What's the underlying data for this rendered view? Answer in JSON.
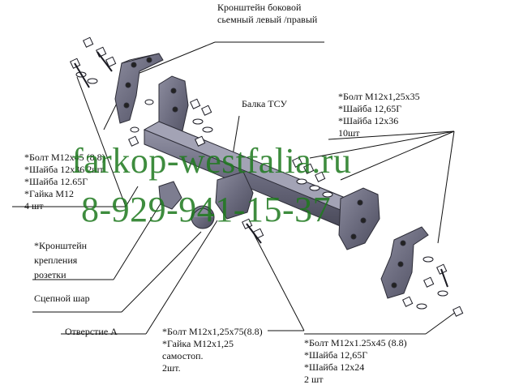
{
  "callouts": {
    "bracket_side": [
      "Кронштейн боковой",
      "сьемный левый /правый"
    ],
    "bolts_right_upper": [
      "*Болт М12х1,25х35",
      "*Шайба 12,65Г",
      "*Шайба 12х36",
      "10шт"
    ],
    "beam": "Балка ТСУ",
    "bolts_left": [
      "*Болт М12х45 (8.8)",
      "*Шайба 12х36  2шт",
      "*Шайба 12.65Г",
      "*Гайка М12",
      "4 шт"
    ],
    "socket_bracket": [
      "*Кронштейн",
      "крепления",
      "розетки"
    ],
    "tow_ball": "Сцепной шар",
    "hole_a": "Отверстие А",
    "bolts_center": [
      "*Болт М12х1,25х75(8.8)",
      "*Гайка М12х1,25",
      "самостоп.",
      "2шт."
    ],
    "bolts_right_lower": [
      "*Болт М12х1.25х45 (8.8)",
      "*Шайба 12,65Г",
      "*Шайба 12х24",
      "2 шт"
    ]
  },
  "watermark": {
    "site": "farkop-westfalia.ru",
    "phone": "8-929-941-15-37",
    "color": "#1f7a1f"
  },
  "colors": {
    "steel": "#6f6f82",
    "steel_dark": "#4a4a5c",
    "lines": "#111111"
  }
}
